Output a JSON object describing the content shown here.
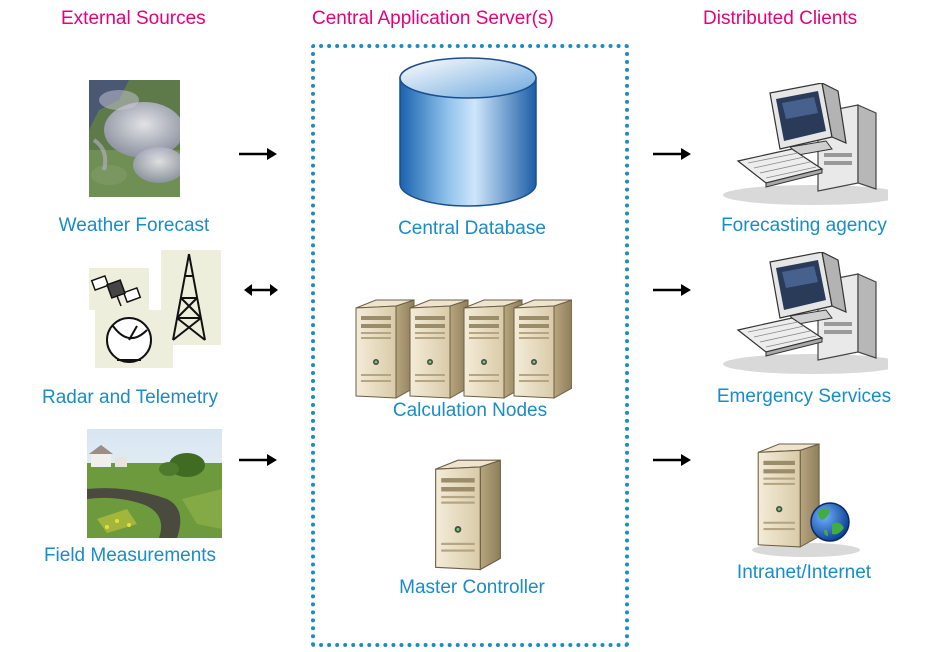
{
  "headers": {
    "external": "External Sources",
    "central": "Central Application Server(s)",
    "clients": "Distributed Clients"
  },
  "external_sources": [
    {
      "label": "Weather Forecast",
      "icon": "satellite-weather-image-icon"
    },
    {
      "label": "Radar and Telemetry",
      "icon": "radar-telemetry-icon"
    },
    {
      "label": "Field Measurements",
      "icon": "field-photo-icon"
    }
  ],
  "central": [
    {
      "label": "Central Database",
      "icon": "database-cylinder-icon"
    },
    {
      "label": "Calculation Nodes",
      "icon": "server-tower-icon"
    },
    {
      "label": "Master Controller",
      "icon": "server-tower-icon"
    }
  ],
  "clients": [
    {
      "label": "Forecasting agency",
      "icon": "desktop-computer-icon"
    },
    {
      "label": "Emergency Services",
      "icon": "desktop-computer-icon"
    },
    {
      "label": "Intranet/Internet",
      "icon": "web-server-globe-icon"
    }
  ],
  "arrows": [
    {
      "from": "Weather Forecast",
      "to": "central",
      "direction": "one-way"
    },
    {
      "from": "Radar and Telemetry",
      "to": "central",
      "direction": "two-way"
    },
    {
      "from": "Field Measurements",
      "to": "central",
      "direction": "one-way"
    },
    {
      "from": "central",
      "to": "Forecasting agency",
      "direction": "one-way"
    },
    {
      "from": "central",
      "to": "Emergency Services",
      "direction": "one-way"
    },
    {
      "from": "central",
      "to": "Intranet/Internet",
      "direction": "one-way"
    }
  ],
  "colors": {
    "header": "#e6007e",
    "label": "#1a8cc6",
    "box_border": "#1a8cc6",
    "arrow": "#000000"
  }
}
